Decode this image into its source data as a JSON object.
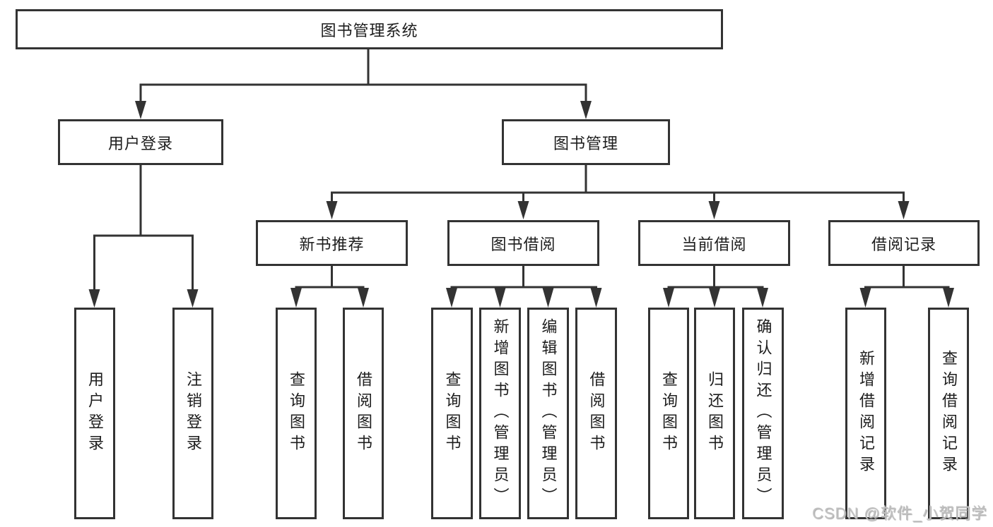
{
  "colors": {
    "line": "#333333",
    "text": "#1d1d1d",
    "background": "#ffffff",
    "watermark": "#c2c2c2"
  },
  "watermark": {
    "text": "CSDN @软件_小贺同学"
  },
  "tree": {
    "label": "图书管理系统",
    "children": [
      {
        "label": "用户登录",
        "children": [
          {
            "label": "用户登录"
          },
          {
            "label": "注销登录"
          }
        ]
      },
      {
        "label": "图书管理",
        "children": [
          {
            "label": "新书推荐",
            "children": [
              {
                "label": "查询图书"
              },
              {
                "label": "借阅图书"
              }
            ]
          },
          {
            "label": "图书借阅",
            "children": [
              {
                "label": "查询图书"
              },
              {
                "label": "新增图书（管理员）"
              },
              {
                "label": "编辑图书（管理员）"
              },
              {
                "label": "借阅图书"
              }
            ]
          },
          {
            "label": "当前借阅",
            "children": [
              {
                "label": "查询图书"
              },
              {
                "label": "归还图书"
              },
              {
                "label": "确认归还（管理员）"
              }
            ]
          },
          {
            "label": "借阅记录",
            "children": [
              {
                "label": "新增借阅记录"
              },
              {
                "label": "查询借阅记录"
              }
            ]
          }
        ]
      }
    ]
  }
}
